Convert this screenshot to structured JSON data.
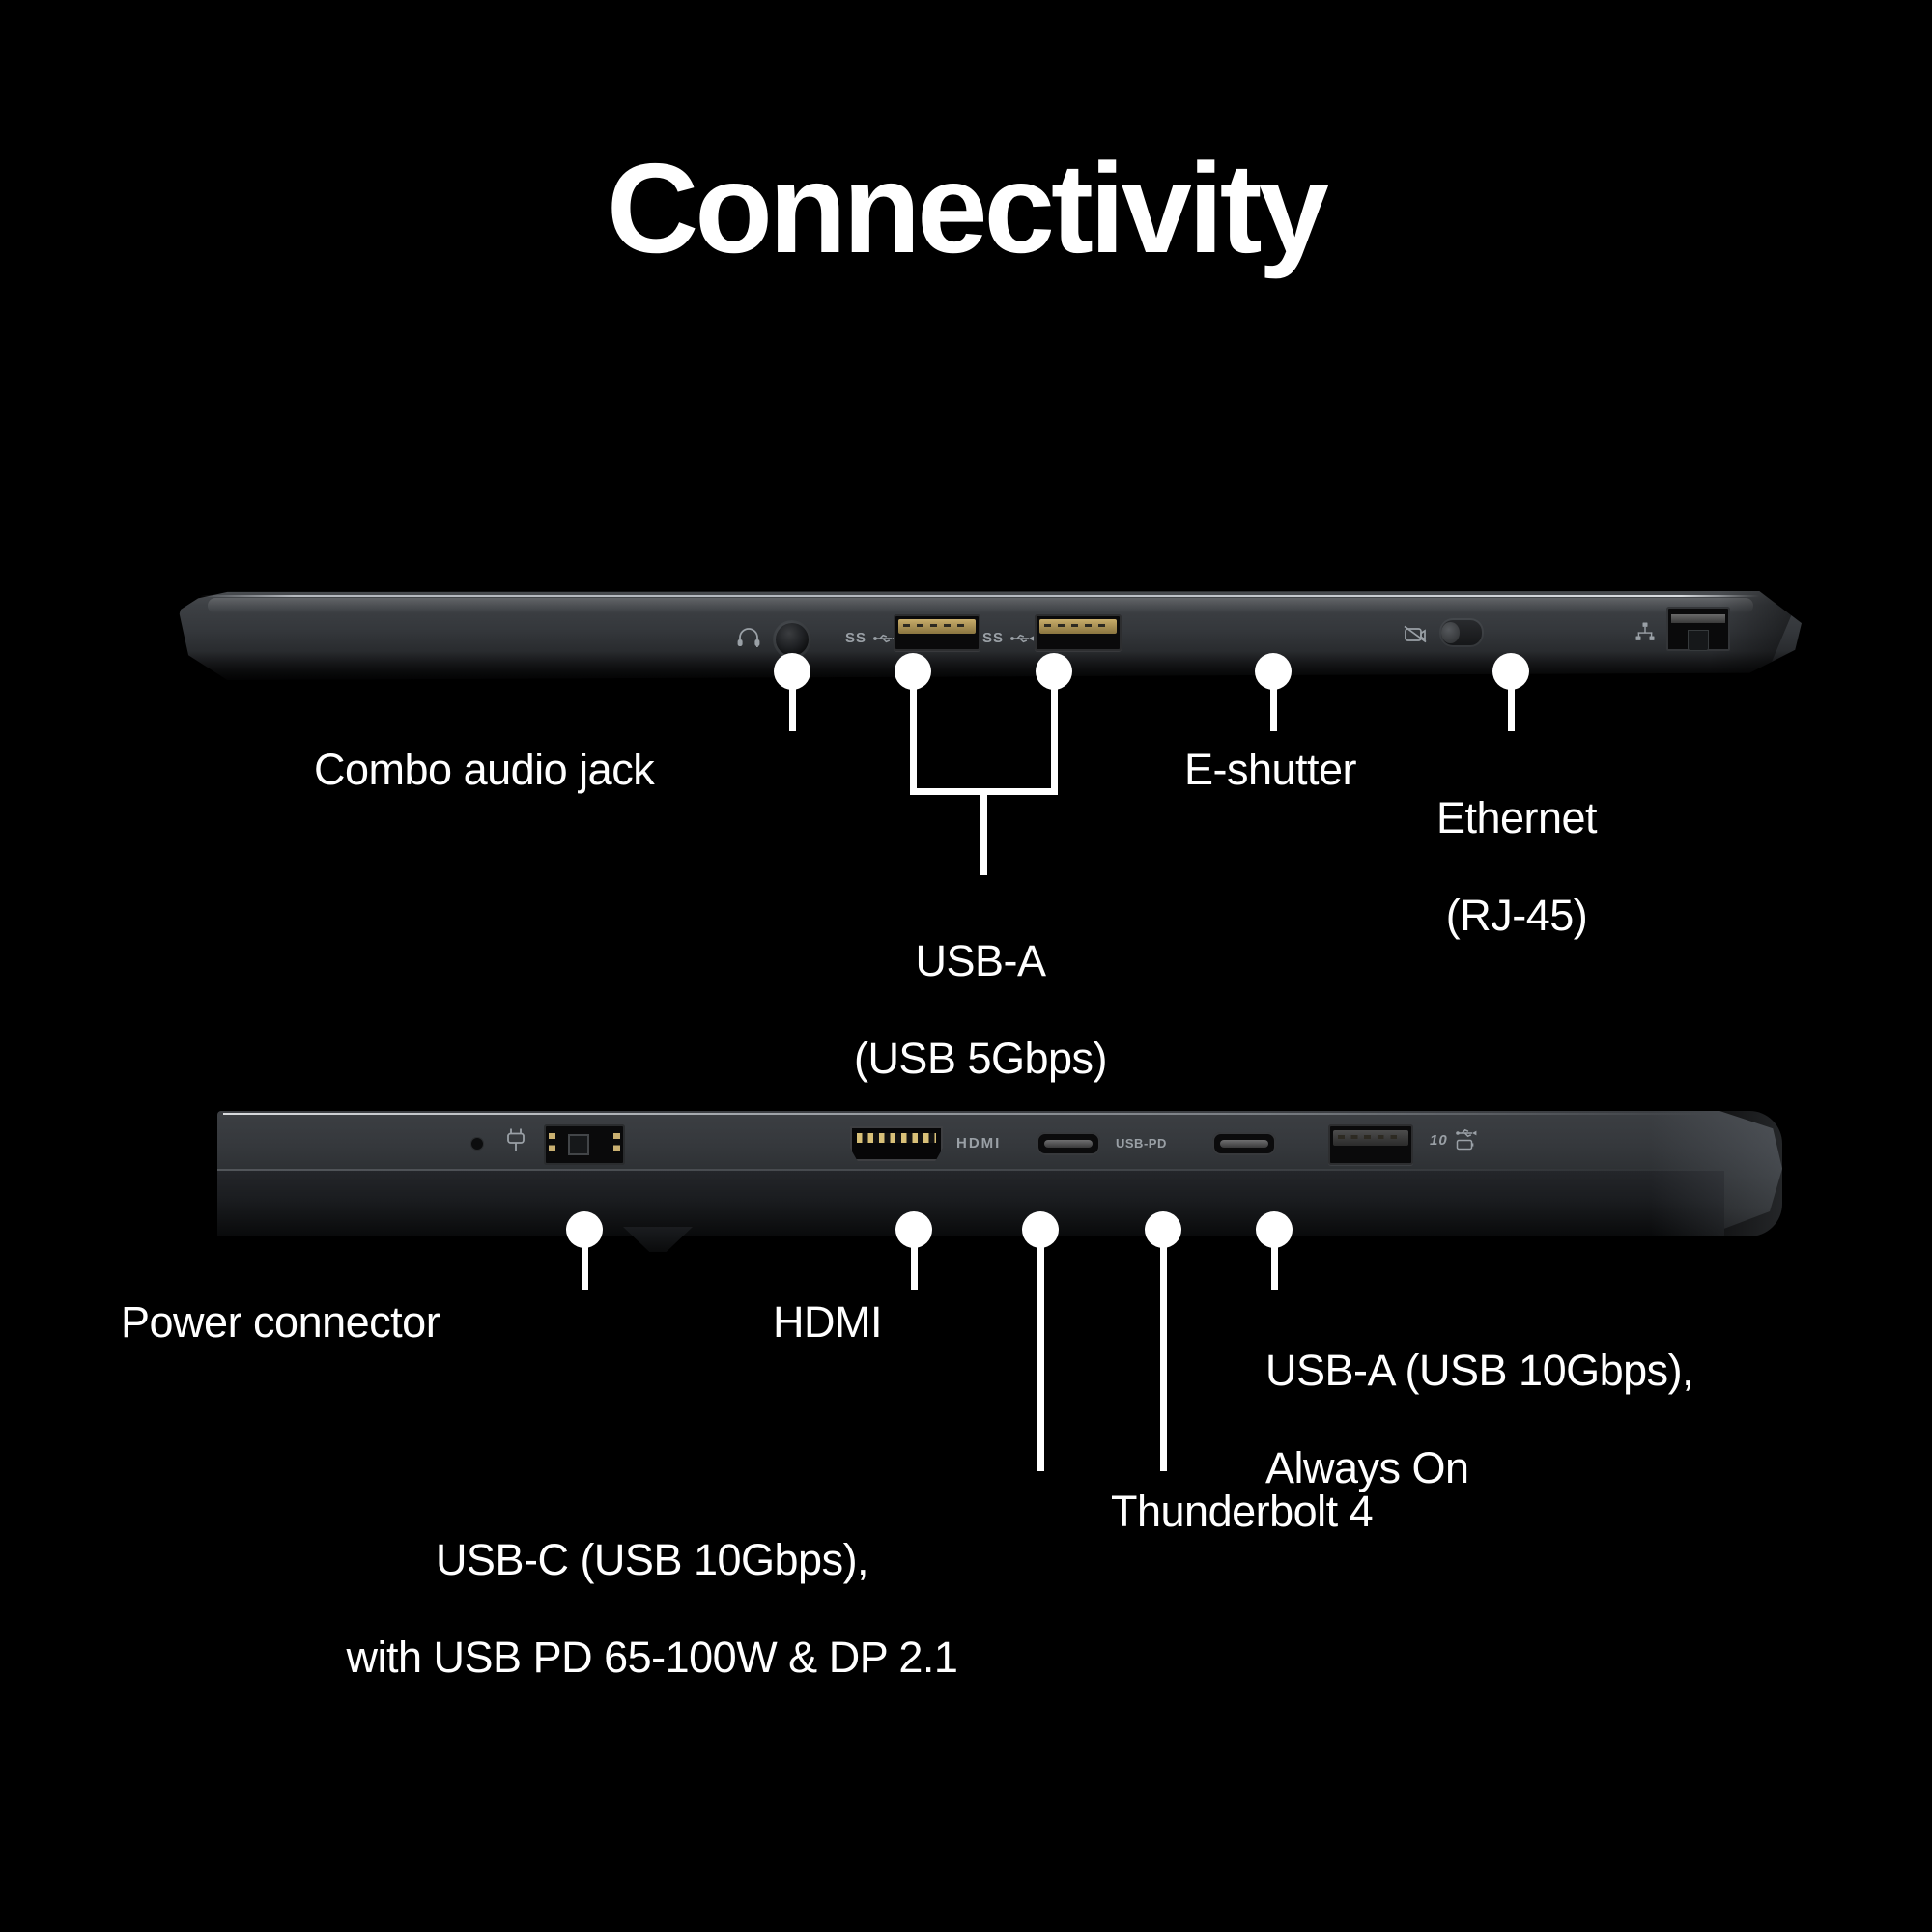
{
  "page": {
    "title": "Connectivity",
    "background_color": "#000000",
    "text_color": "#ffffff"
  },
  "views": [
    {
      "id": "rear-edge",
      "name": "Top laptop edge view",
      "ports": [
        {
          "id": "combo-audio-jack",
          "icon": "headset-icon",
          "silkscreen": "",
          "label": "Combo audio jack"
        },
        {
          "id": "usb-a-1",
          "icon": "usb-superspeed-icon",
          "silkscreen": "SS",
          "label": "USB-A\n(USB 5Gbps)"
        },
        {
          "id": "usb-a-2",
          "icon": "usb-superspeed-icon",
          "silkscreen": "SS",
          "label": "USB-A\n(USB 5Gbps)"
        },
        {
          "id": "e-shutter",
          "icon": "camera-off-icon",
          "silkscreen": "",
          "label": "E-shutter"
        },
        {
          "id": "ethernet-rj45",
          "icon": "network-icon",
          "silkscreen": "",
          "label": "Ethernet\n(RJ-45)"
        }
      ]
    },
    {
      "id": "left-edge",
      "name": "Bottom laptop edge view",
      "ports": [
        {
          "id": "power-connector",
          "icon": "power-plug-icon",
          "silkscreen": "",
          "label": "Power connector"
        },
        {
          "id": "hdmi",
          "icon": "hdmi-icon",
          "silkscreen": "HDMI",
          "label": "HDMI"
        },
        {
          "id": "usb-c-pd",
          "icon": "usb-c-icon",
          "silkscreen": "USB-PD",
          "label": "USB-C (USB 10Gbps),\nwith USB PD 65-100W & DP 2.1"
        },
        {
          "id": "thunderbolt-4",
          "icon": "usb-c-icon",
          "silkscreen": "",
          "label": "Thunderbolt 4"
        },
        {
          "id": "usb-a-always-on",
          "icon": "usb-battery-icon",
          "silkscreen": "10",
          "label": "USB-A (USB 10Gbps),\nAlways On"
        }
      ]
    }
  ],
  "labels": {
    "combo_audio_jack": "Combo audio jack",
    "usb_a_5gbps_line1": "USB-A",
    "usb_a_5gbps_line2": "(USB 5Gbps)",
    "e_shutter": "E-shutter",
    "ethernet_line1": "Ethernet",
    "ethernet_line2": "(RJ-45)",
    "power_connector": "Power connector",
    "hdmi": "HDMI",
    "usb_c_line1": "USB-C (USB 10Gbps),",
    "usb_c_line2": "with USB PD 65-100W & DP 2.1",
    "thunderbolt": "Thunderbolt 4",
    "usb_a_10gbps_line1": "USB-A (USB 10Gbps),",
    "usb_a_10gbps_line2": "Always On"
  },
  "silkscreen": {
    "ss_left": "SS",
    "ss_right": "SS",
    "hdmi": "HDMI",
    "usb_pd": "USB-PD",
    "ten": "10"
  }
}
